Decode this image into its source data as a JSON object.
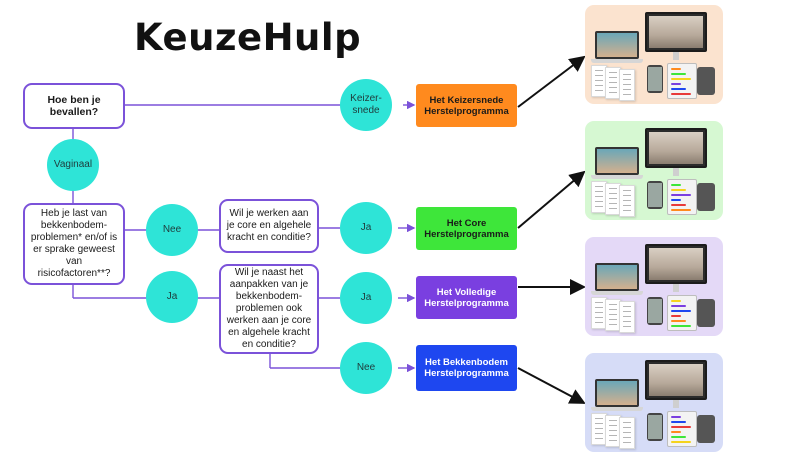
{
  "title": "KeuzeHulp",
  "questions": {
    "birth": "Hoe ben je bevallen?",
    "pelvic_floor": "Heb je last van bekkenbodem-problemen* en/of is er sprake geweest van risicofactoren**?",
    "core": "Wil je werken aan je core en algehele kracht en conditie?",
    "both": "Wil je naast het aanpakken van je bekkenbodem-problemen ook werken aan je core en algehele kracht en conditie?"
  },
  "answers": {
    "caesarean": "Keizer-snede",
    "vaginal": "Vaginaal",
    "no_1": "Nee",
    "yes_1": "Ja",
    "yes_2": "Ja",
    "yes_3": "Ja",
    "no_2": "Nee"
  },
  "programs": {
    "caesarean": "Het Keizersnede Herstelprogramma",
    "core": "Het Core Herstelprogramma",
    "complete": "Het Volledige Herstelprogramma",
    "pelvic": "Het Bekkenbodem Herstelprogramma"
  },
  "colors": {
    "outline": "#7b52d9",
    "answer_circle": "#2ee4d7",
    "program_caesarean": "#ff8a1e",
    "program_core": "#3ee63a",
    "program_complete": "#7a3fe0",
    "program_pelvic": "#1e47f0",
    "panel_caesarean": "#fbe3cf",
    "panel_core": "#d6f8d2",
    "panel_complete": "#e4d9f7",
    "panel_pelvic": "#d6dcf7"
  }
}
